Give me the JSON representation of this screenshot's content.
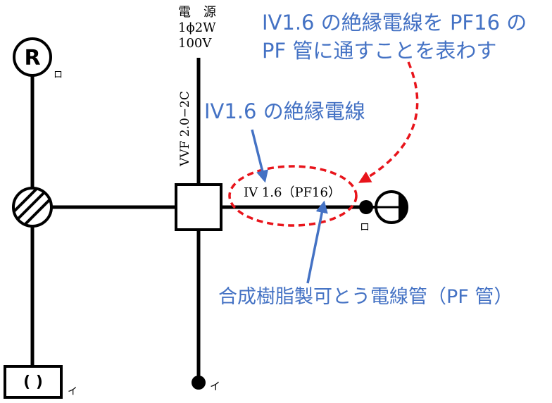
{
  "power_source": {
    "line1": "電　源",
    "line2": "1ϕ2W",
    "line3": "100V"
  },
  "cable_label": "VVF 2.0−2C",
  "wire_label": "IV 1.6（PF16）",
  "receptacle_r": {
    "symbol": "R",
    "tag": "ロ"
  },
  "switch_box": {
    "symbol": "( )",
    "tag": "イ"
  },
  "switch_i_tag": "イ",
  "switch_ro_tag": "ロ",
  "annotations": {
    "top_line1": "IV1.6 の絶縁電線を PF16 の",
    "top_line2": "PF 管に通すことを表わす",
    "mid": "IV1.6 の絶縁電線",
    "bottom": "合成樹脂製可とう電線管（PF 管）"
  },
  "colors": {
    "annotation_blue": "#4472c4",
    "highlight_red": "#e8141b",
    "line_black": "#000000"
  }
}
